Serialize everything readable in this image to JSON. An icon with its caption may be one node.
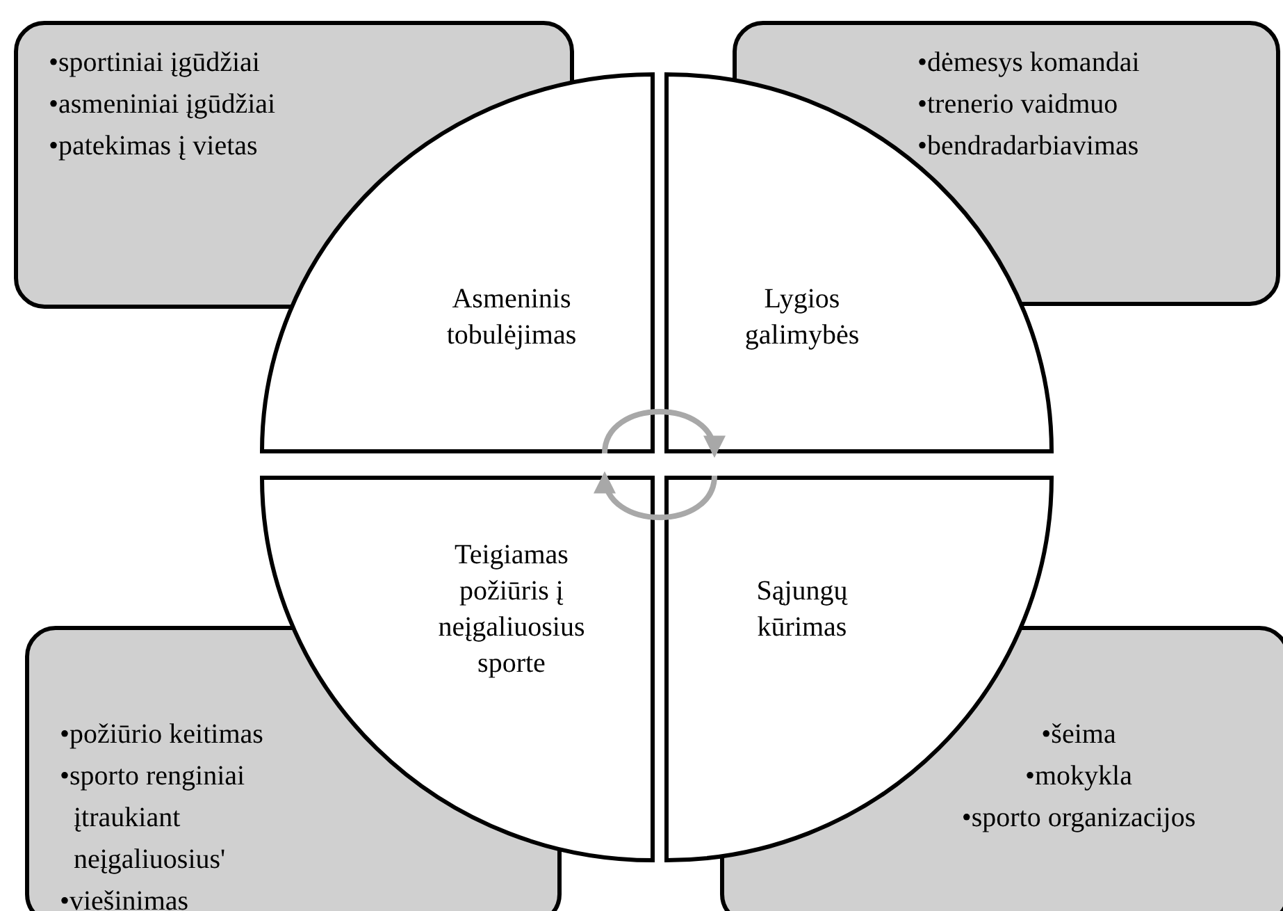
{
  "diagram": {
    "nodes": [
      {
        "text": [
          "•sportiniai įgūdžiai",
          "•asmeniniai įgūdžiai",
          "•patekimas į vietas"
        ]
      },
      {
        "text": [
          "•dėmesys komandai",
          "•trenerio vaidmuo",
          "•bendradarbiavimas"
        ]
      },
      {
        "text": [
          "Asmeninis tobulėjimas"
        ]
      },
      {
        "text": [
          "Lygios galimybės"
        ]
      },
      {
        "text": [
          "Teigiamas požiūris į neįgaliuosius sporte"
        ]
      },
      {
        "text": [
          "Sąjungų kūrimas"
        ]
      },
      {
        "text": [
          "•požiūrio keitimas",
          "•sporto renginiai įtraukiant neįgaliuosius'",
          "•viešinimas"
        ]
      },
      {
        "text": [
          "•šeima",
          "•mokykla",
          "•sporto organizacijos"
        ]
      }
    ],
    "edges": [
      {
        "from": 2,
        "to": 3,
        "arrow": "to",
        "color": "#a8a8a8"
      },
      {
        "from": 5,
        "to": 4,
        "arrow": "to",
        "color": "#a8a8a8"
      }
    ]
  }
}
